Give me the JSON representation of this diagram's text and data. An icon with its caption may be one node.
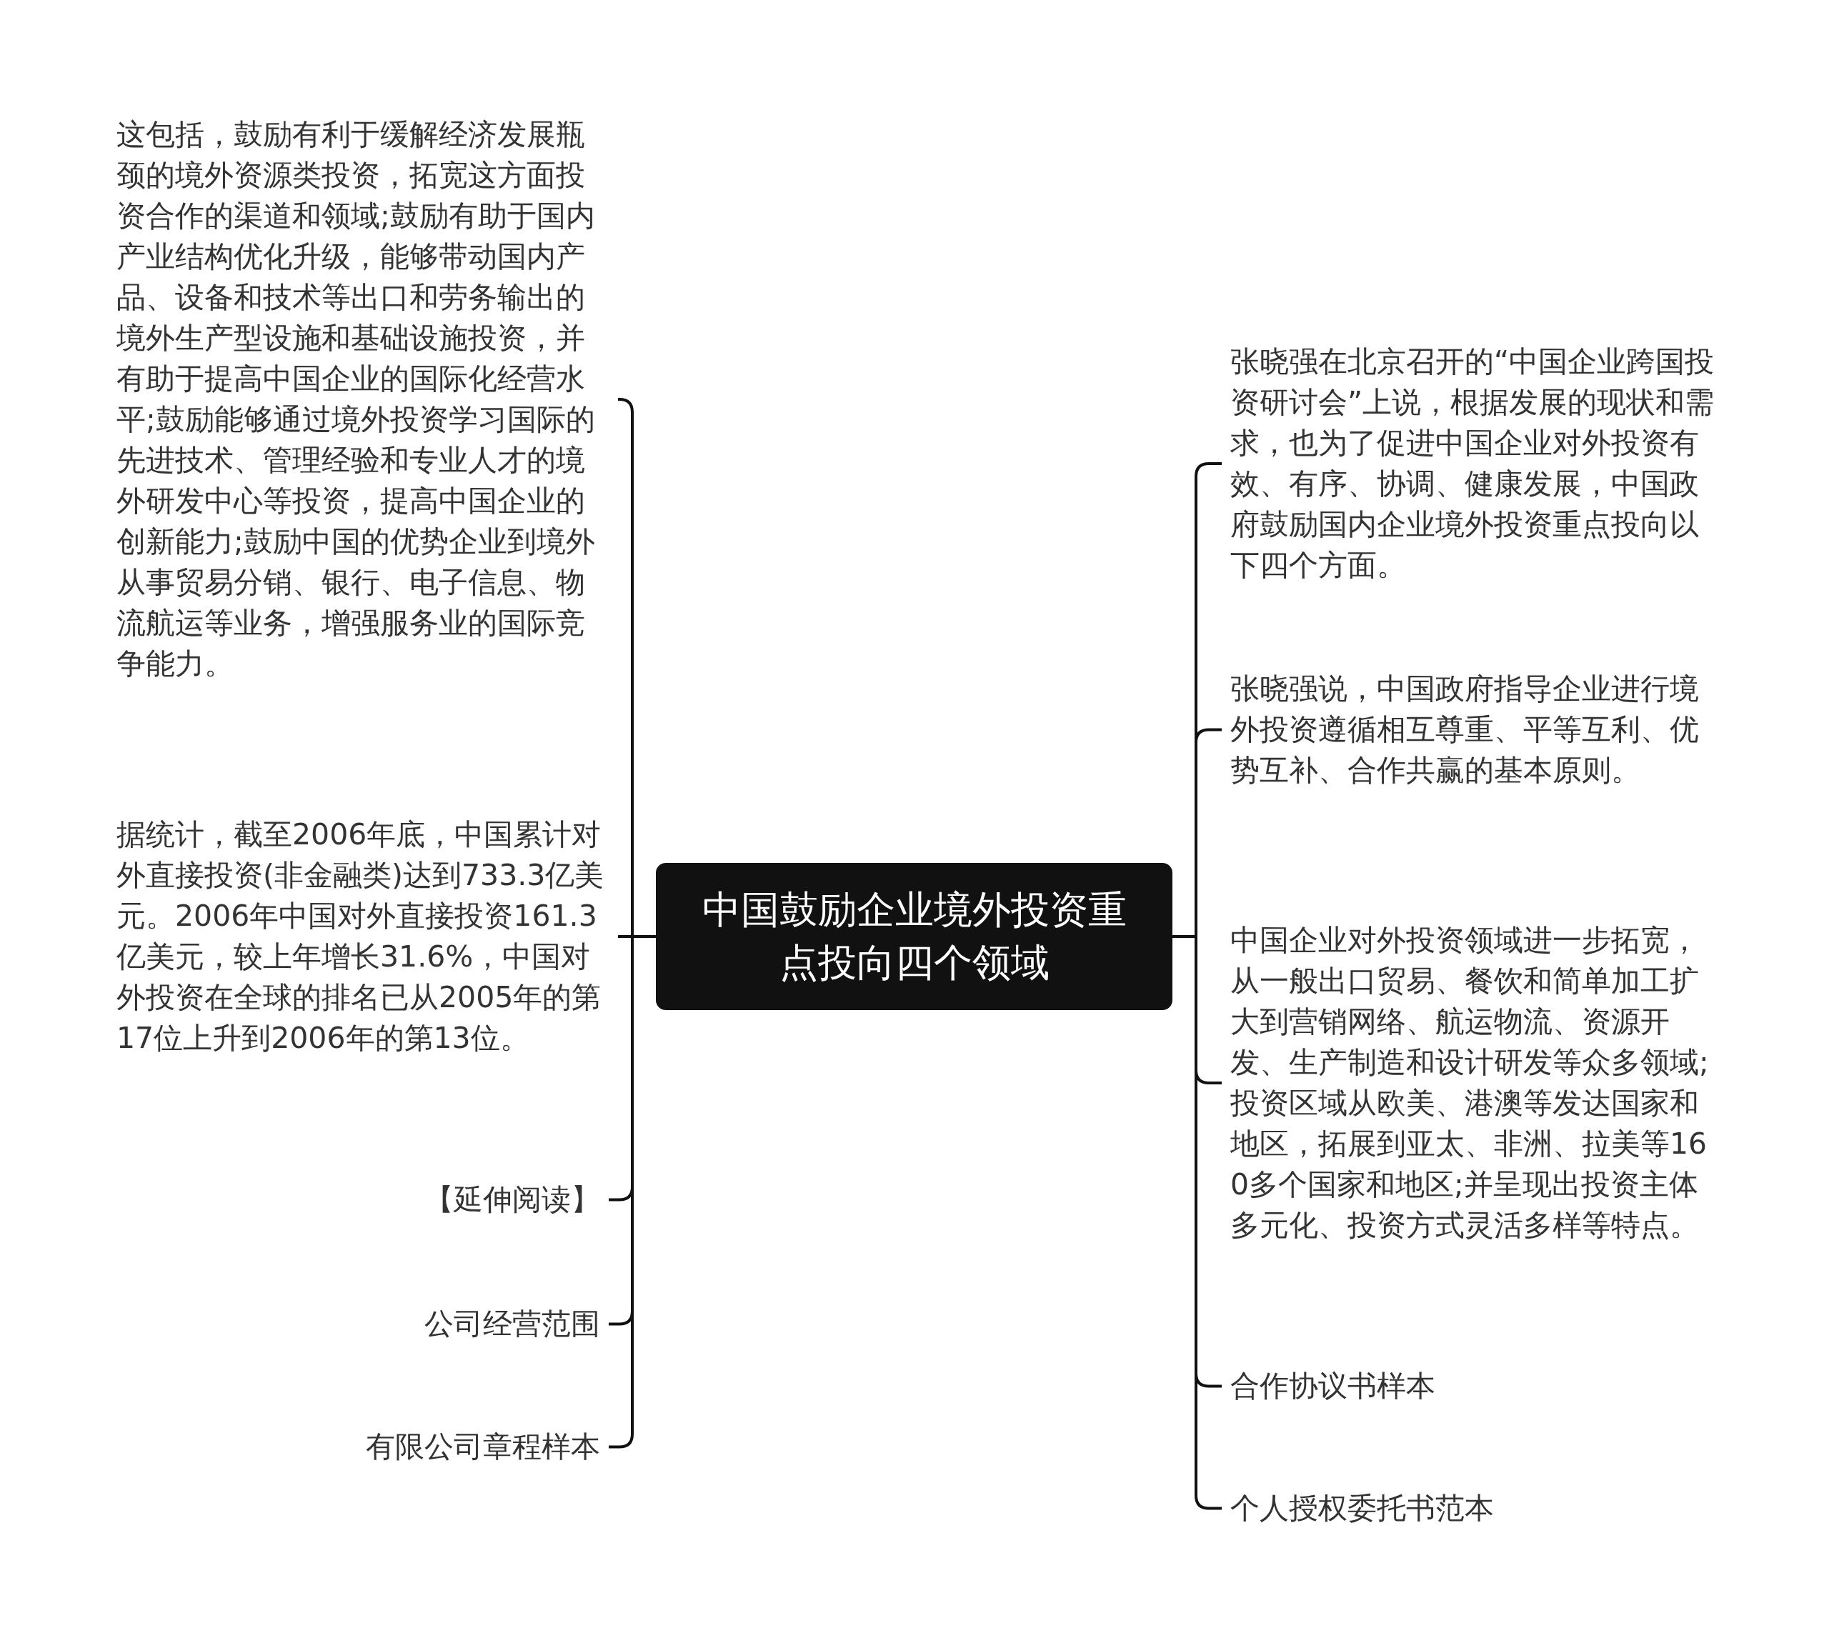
{
  "diagram": {
    "nodes": [
      {
        "text": [
          "中国鼓励企业境外投资重点投向四个领域"
        ]
      },
      {
        "text": [
          "这包括，鼓励有利于缓解经济发展瓶颈的境外资源类投资，拓宽这方面投资合作的渠道和领域;鼓励有助于国内产业结构优化升级，能够带动国内产品、设备和技术等出口和劳务输出的境外生产型设施和基础设施投资，并有助于提高中国企业的国际化经营水平;鼓励能够通过境外投资学习国际的先进技术、管理经验和专业人才的境外研发中心等投资，提高中国企业的创新能力;鼓励中国的优势企业到境外从事贸易分销、银行、电子信息、物流航运等业务，增强服务业的国际竞争能力。"
        ]
      },
      {
        "text": [
          "据统计，截至2006年底，中国累计对外直接投资(非金融类)达到733.3亿美元。2006年中国对外直接投资161.3亿美元，较上年增长31.6%，中国对外投资在全球的排名已从2005年的第17位上升到2006年的第13位。"
        ]
      },
      {
        "text": [
          "【延伸阅读】"
        ]
      },
      {
        "text": [
          "公司经营范围"
        ]
      },
      {
        "text": [
          "有限公司章程样本"
        ]
      },
      {
        "text": [
          "张晓强在北京召开的“中国企业跨国投资研讨会”上说，根据发展的现状和需求，也为了促进中国企业对外投资有效、有序、协调、健康发展，中国政府鼓励国内企业境外投资重点投向以下四个方面。"
        ]
      },
      {
        "text": [
          "张晓强说，中国政府指导企业进行境外投资遵循相互尊重、平等互利、优势互补、合作共赢的基本原则。"
        ]
      },
      {
        "text": [
          "中国企业对外投资领域进一步拓宽，从一般出口贸易、餐饮和简单加工扩大到营销网络、航运物流、资源开发、生产制造和设计研发等众多领域;投资区域从欧美、港澳等发达国家和地区，拓展到亚太、非洲、拉美等160多个国家和地区;并呈现出投资主体多元化、投资方式灵活多样等特点。"
        ]
      },
      {
        "text": [
          "合作协议书样本"
        ]
      },
      {
        "text": [
          "个人授权委托书范本"
        ]
      }
    ],
    "edges": [
      {
        "from": 0,
        "to": 1,
        "arrow": "none"
      },
      {
        "from": 0,
        "to": 2,
        "arrow": "none"
      },
      {
        "from": 0,
        "to": 3,
        "arrow": "none"
      },
      {
        "from": 0,
        "to": 4,
        "arrow": "none"
      },
      {
        "from": 0,
        "to": 5,
        "arrow": "none"
      },
      {
        "from": 0,
        "to": 6,
        "arrow": "none"
      },
      {
        "from": 0,
        "to": 7,
        "arrow": "none"
      },
      {
        "from": 0,
        "to": 8,
        "arrow": "none"
      },
      {
        "from": 0,
        "to": 9,
        "arrow": "none"
      },
      {
        "from": 0,
        "to": 10,
        "arrow": "none"
      }
    ]
  }
}
